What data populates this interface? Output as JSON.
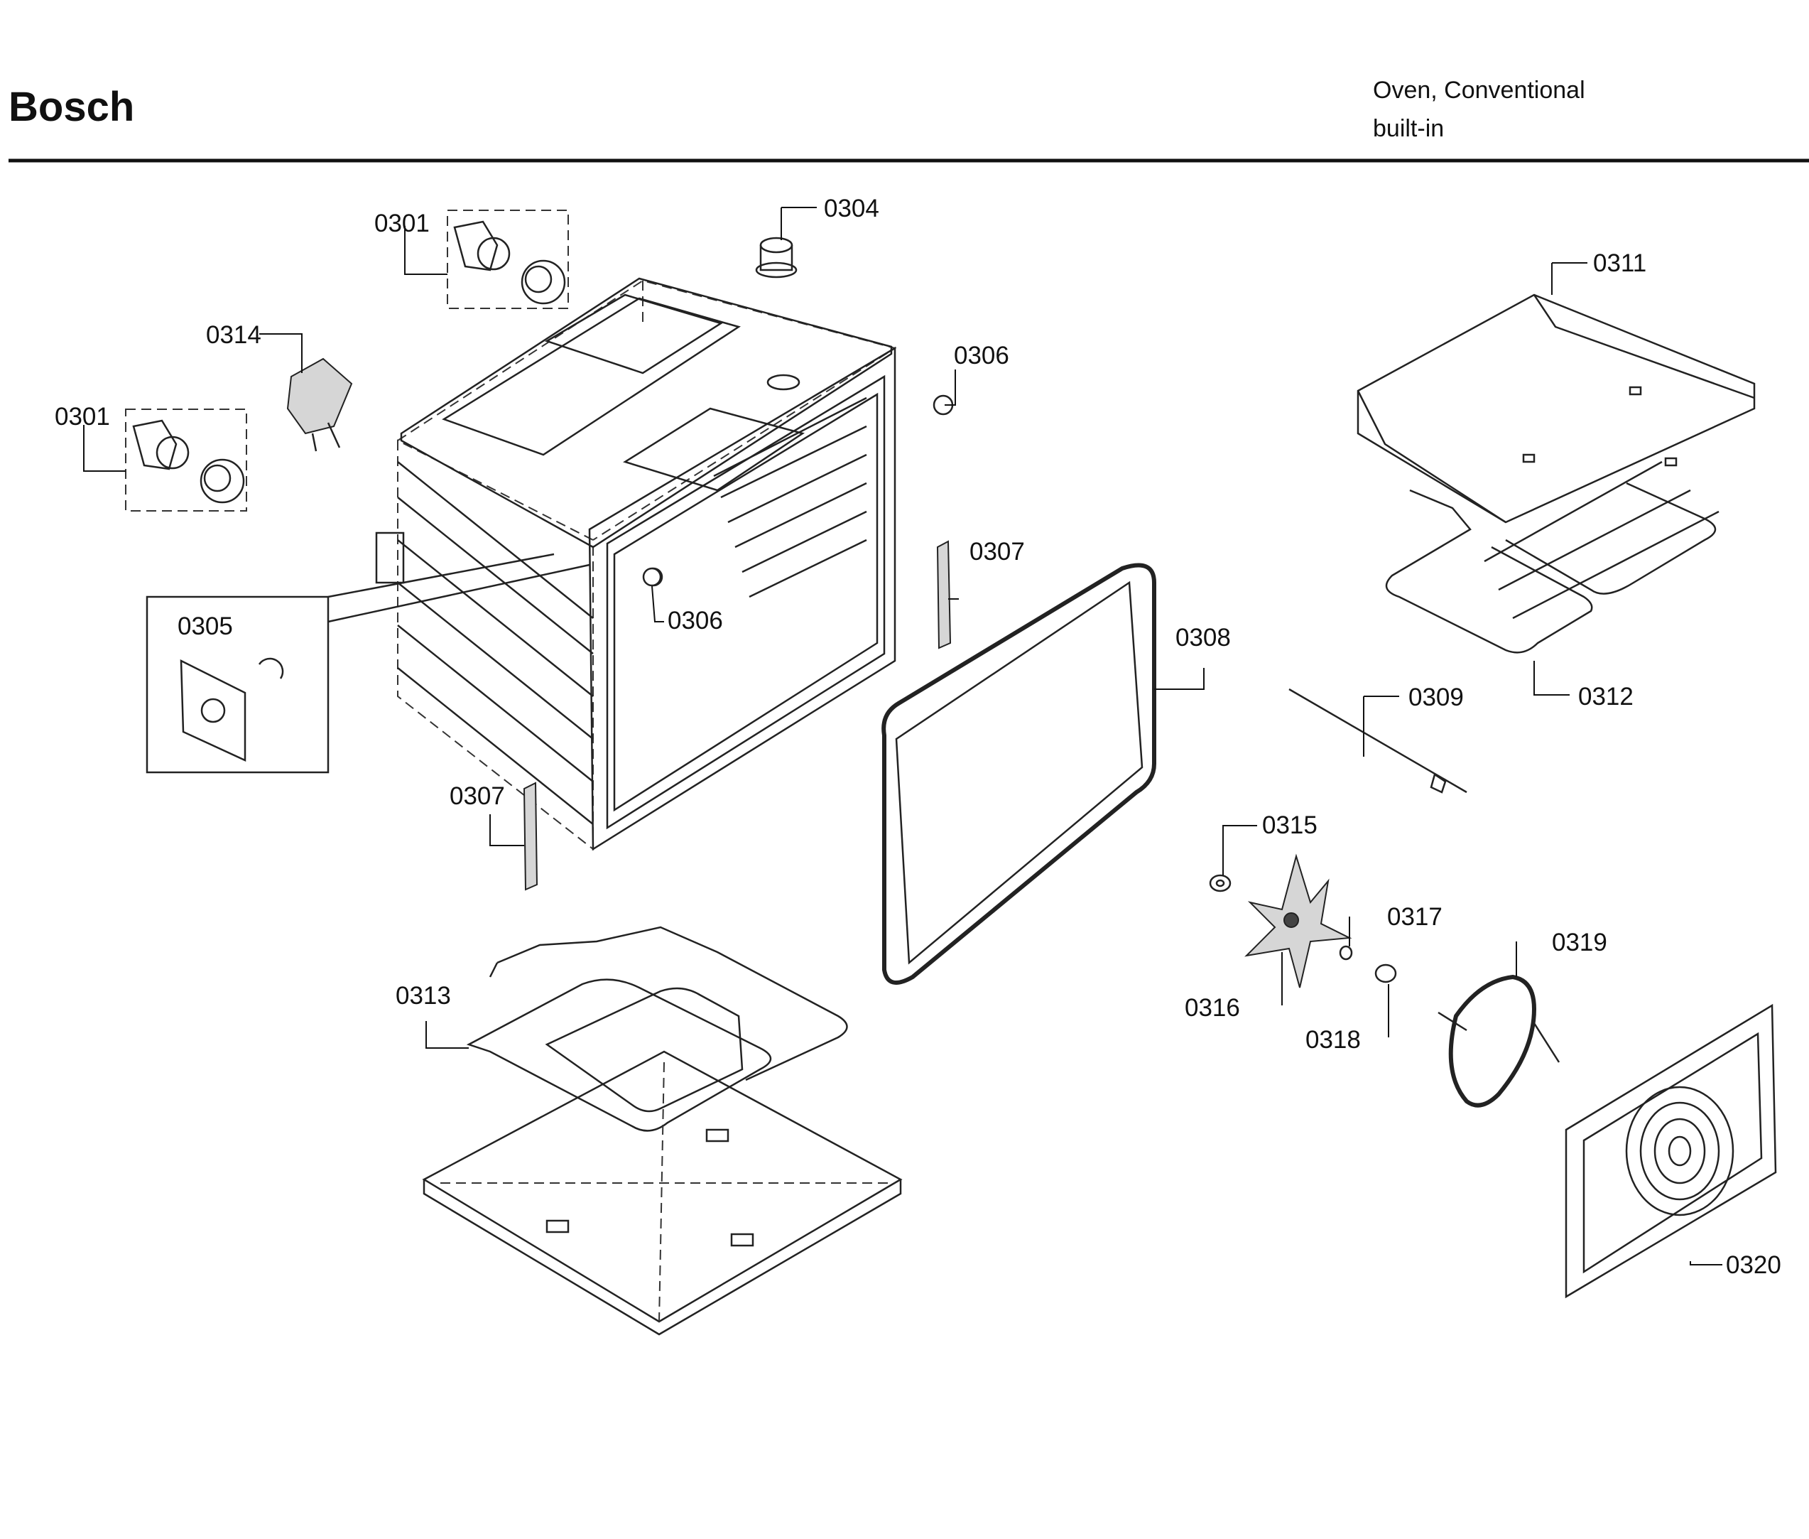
{
  "header": {
    "brand": "Bosch",
    "product_line1": "Oven, Conventional",
    "product_line2": "built-in"
  },
  "callouts": [
    {
      "id": "c0301a",
      "text": "0301"
    },
    {
      "id": "c0301b",
      "text": "0301"
    },
    {
      "id": "c0304",
      "text": "0304"
    },
    {
      "id": "c0305",
      "text": "0305"
    },
    {
      "id": "c0306a",
      "text": "0306"
    },
    {
      "id": "c0306b",
      "text": "0306"
    },
    {
      "id": "c0307a",
      "text": "0307"
    },
    {
      "id": "c0307b",
      "text": "0307"
    },
    {
      "id": "c0308",
      "text": "0308"
    },
    {
      "id": "c0309",
      "text": "0309"
    },
    {
      "id": "c0311",
      "text": "0311"
    },
    {
      "id": "c0312",
      "text": "0312"
    },
    {
      "id": "c0313",
      "text": "0313"
    },
    {
      "id": "c0314",
      "text": "0314"
    },
    {
      "id": "c0315",
      "text": "0315"
    },
    {
      "id": "c0316",
      "text": "0316"
    },
    {
      "id": "c0317",
      "text": "0317"
    },
    {
      "id": "c0318",
      "text": "0318"
    },
    {
      "id": "c0319",
      "text": "0319"
    },
    {
      "id": "c0320",
      "text": "0320"
    }
  ]
}
